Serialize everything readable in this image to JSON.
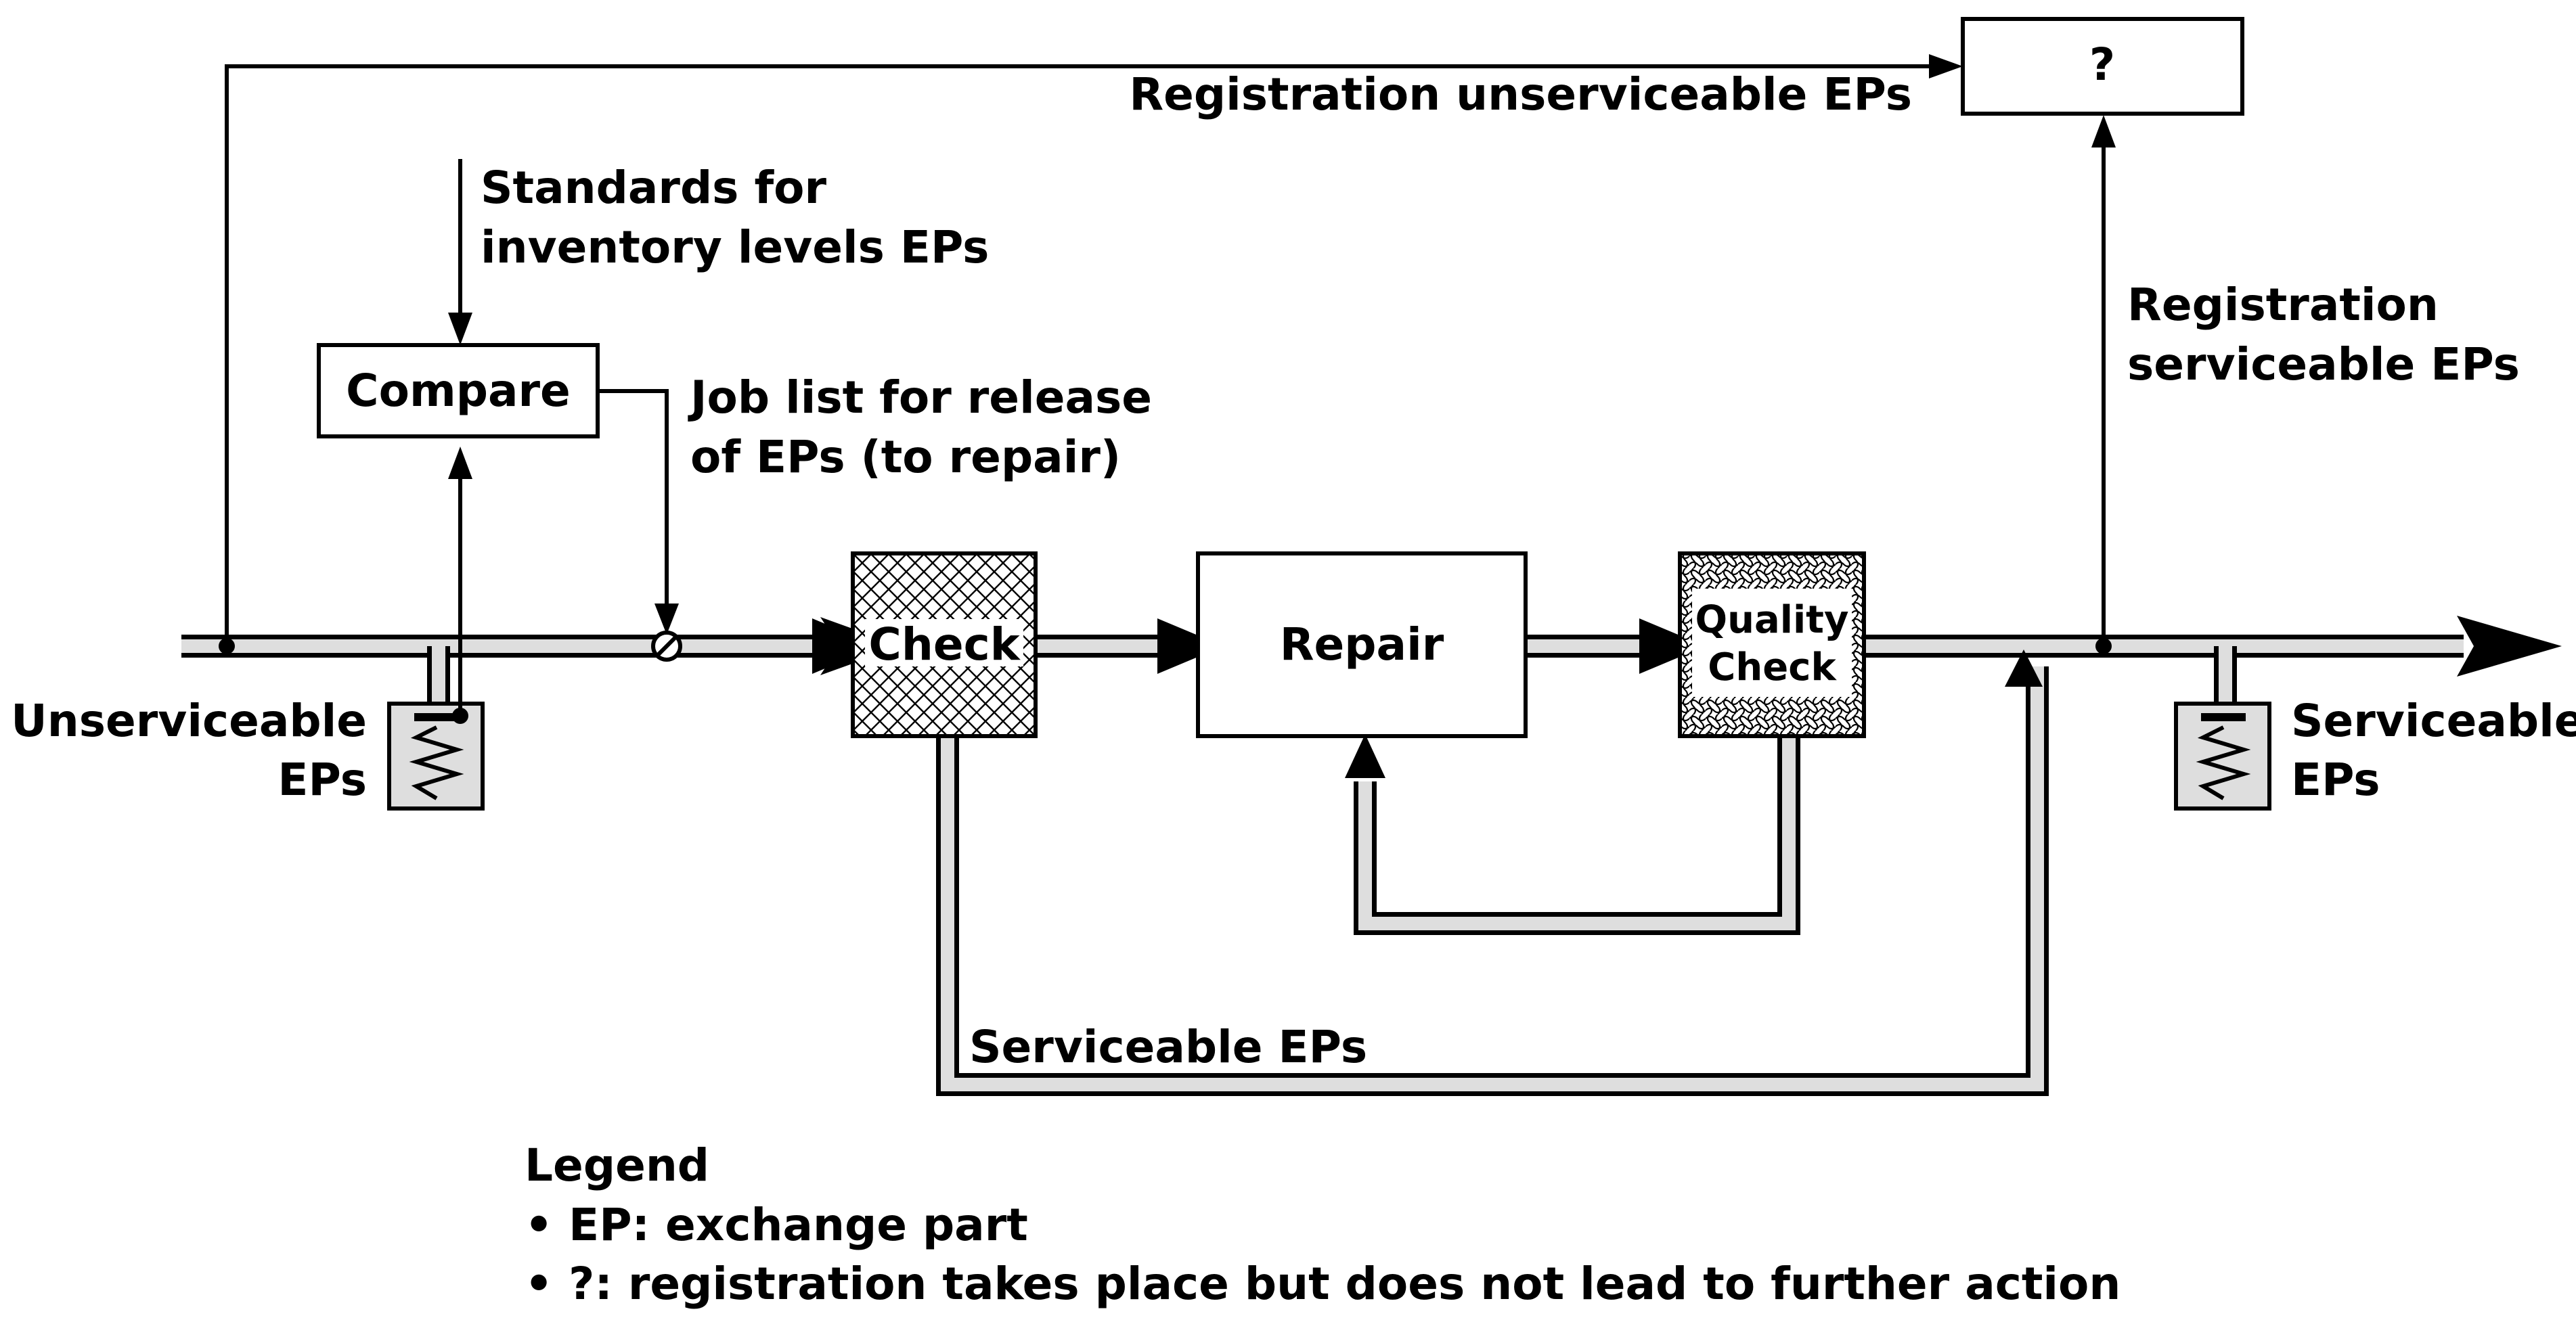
{
  "nodes": {
    "unknown": "?",
    "compare": "Compare",
    "check": "Check",
    "repair": "Repair",
    "quality_check": [
      "Quality",
      "Check"
    ]
  },
  "labels": {
    "registration_unserviceable": "Registration unserviceable EPs",
    "standards": [
      "Standards for",
      "inventory levels EPs"
    ],
    "job_list": [
      "Job list for release",
      "of EPs (to repair)"
    ],
    "registration_serviceable": [
      "Registration",
      "serviceable EPs"
    ],
    "unserviceable_eps": [
      "Unserviceable",
      "EPs"
    ],
    "serviceable_eps_stock": [
      "Serviceable",
      "EPs"
    ],
    "serviceable_eps_bypass": "Serviceable EPs"
  },
  "legend": {
    "title": "Legend",
    "items": [
      "• EP: exchange part",
      "• ?: registration takes place but does not lead to further action"
    ]
  }
}
